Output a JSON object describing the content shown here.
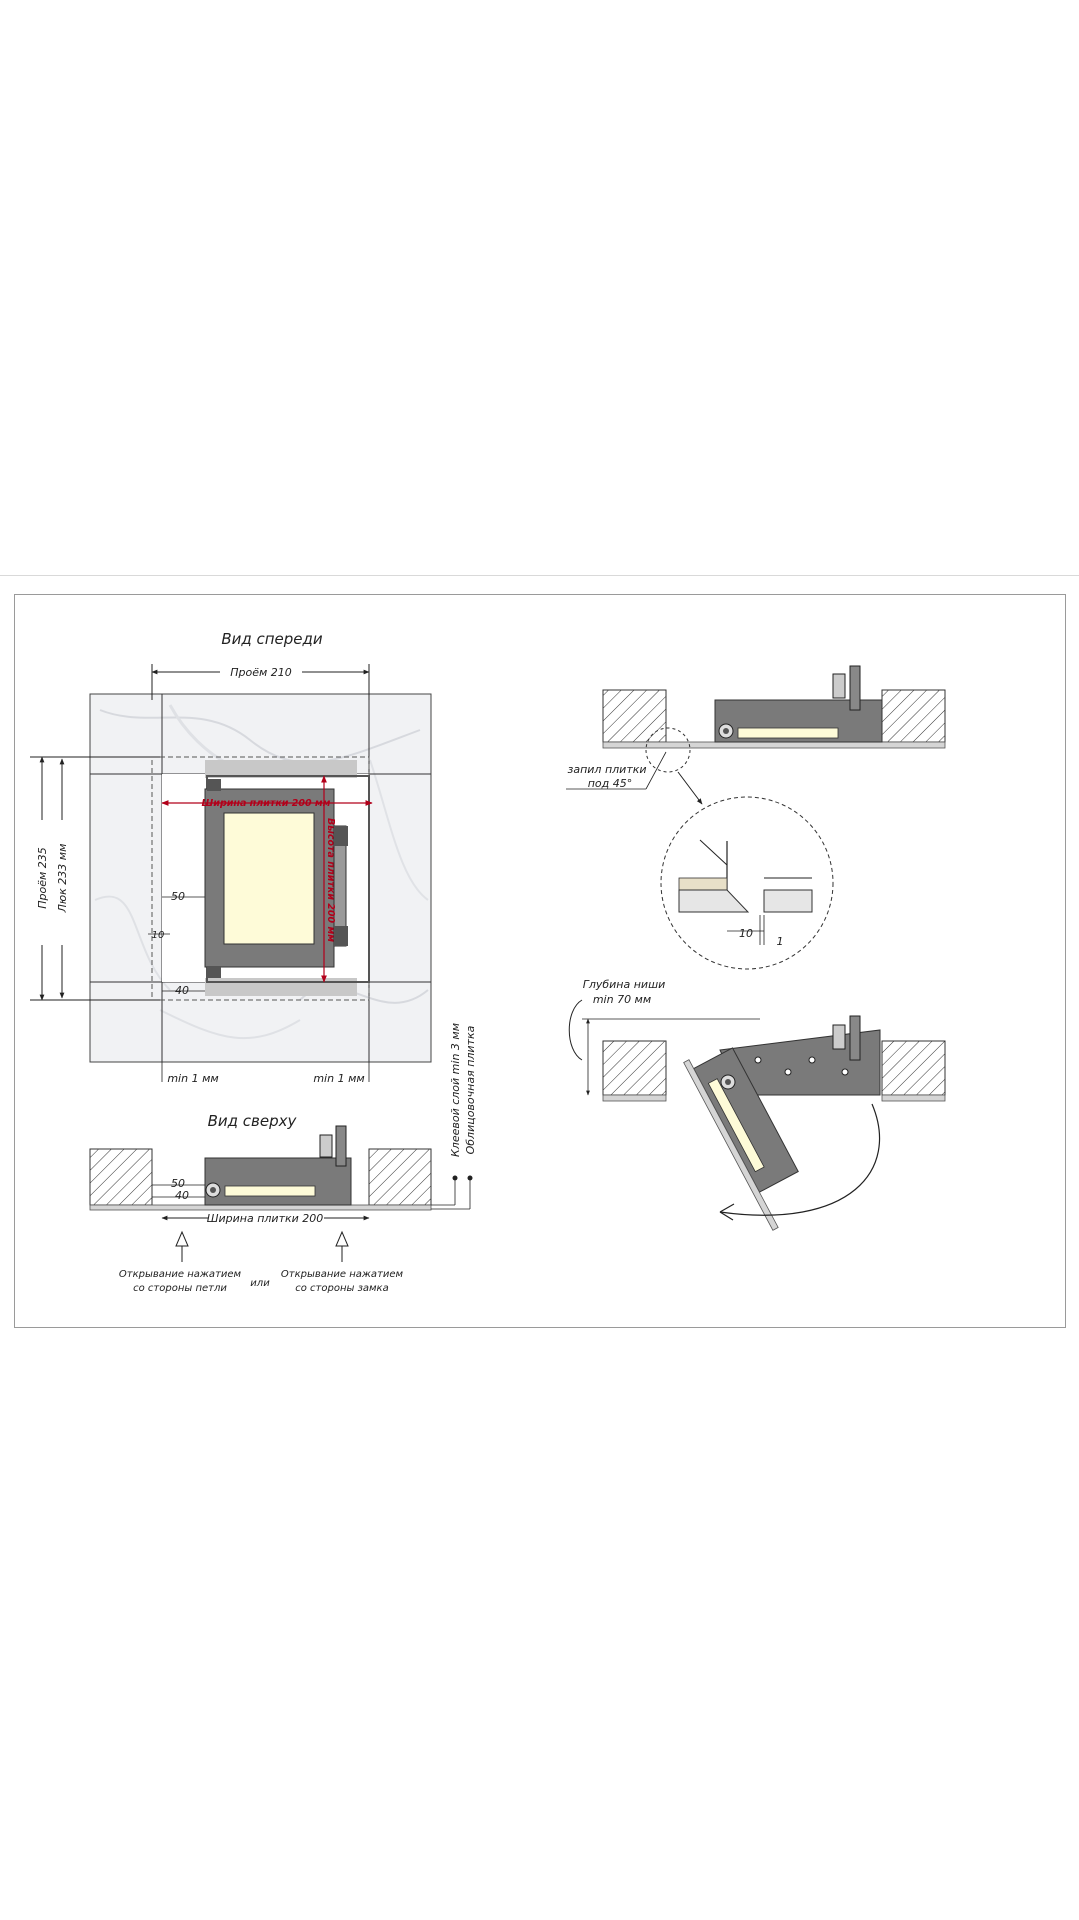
{
  "views": {
    "front_title": "Вид спереди",
    "top_title": "Вид сверху"
  },
  "front": {
    "opening_width": "Проём 210",
    "opening_height": "Проём 235",
    "hatch_height": "Люк 233 мм",
    "tile_width": "Ширина плитки 200 мм",
    "tile_height": "Высота плитки 200 мм",
    "dim_50": "50",
    "dim_10": "10",
    "dim_40": "40",
    "min_left": "min 1 мм",
    "min_right": "min 1 мм"
  },
  "top": {
    "dim_50": "50",
    "dim_40": "40",
    "tile_width": "Ширина плитки 200",
    "adhesive": "Клеевой слой min 3 мм",
    "facing_tile": "Облицовочная плитка",
    "open_hinge_l1": "Открывание нажатием",
    "open_hinge_l2": "со стороны петли",
    "or": "или",
    "open_lock_l1": "Открывание нажатием",
    "open_lock_l2": "со стороны замка"
  },
  "detail": {
    "cut_l1": "запил плитки",
    "cut_l2": "под 45°",
    "dim_10": "10",
    "dim_1": "1"
  },
  "side": {
    "depth_l1": "Глубина ниши",
    "depth_l2": "min 70 мм"
  },
  "colors": {
    "frame": "#7a7a7a",
    "panel": "#fefbd8",
    "red": "#b2001a",
    "marble": "#f1f2f4"
  }
}
